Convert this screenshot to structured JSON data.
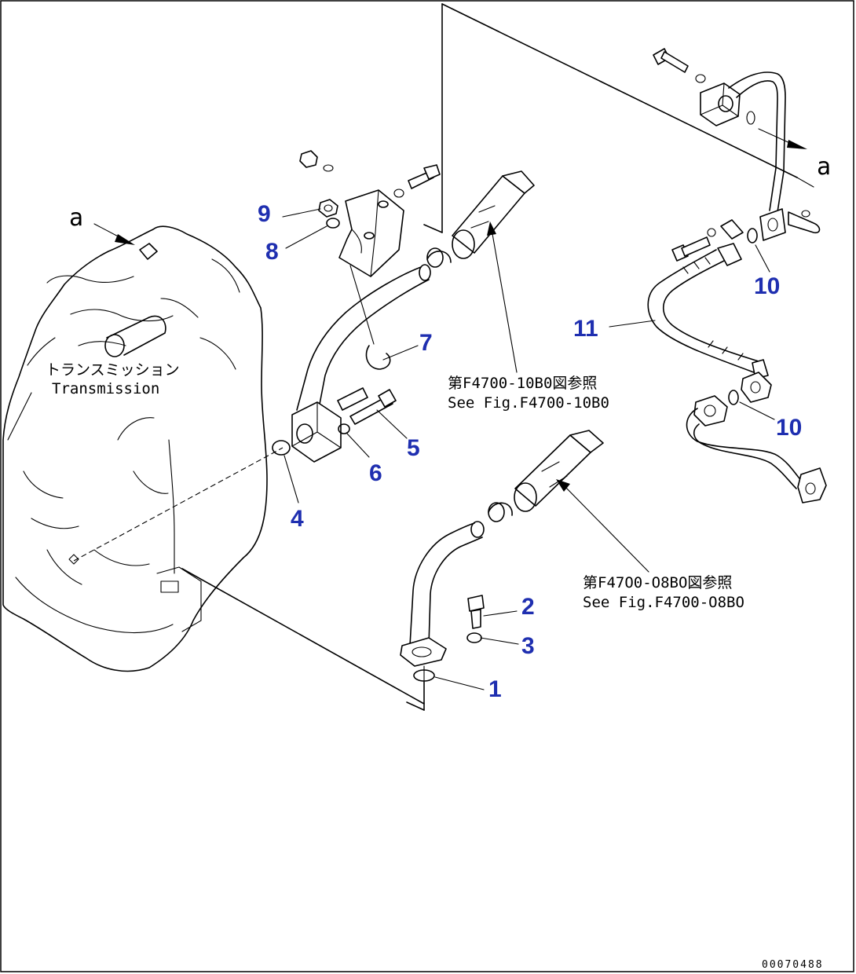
{
  "diagram": {
    "view_letters": {
      "left": "a",
      "right": "a"
    },
    "transmission_label": {
      "jp": "トランスミッション",
      "en": "Transmission"
    },
    "notes": {
      "upper": {
        "jp": "第F4700-10B0図参照",
        "en": "See Fig.F4700-10B0"
      },
      "lower": {
        "jp": "第F47O0-O8BO図参照",
        "en": "See Fig.F4700-O8BO"
      }
    },
    "callouts": {
      "p1": "1",
      "p2": "2",
      "p3": "3",
      "p4": "4",
      "p5": "5",
      "p6": "6",
      "p7": "7",
      "p8": "8",
      "p9": "9",
      "p10a": "10",
      "p10b": "10",
      "p11": "11"
    },
    "drawing_code": "00070488",
    "colors": {
      "callout": "#1f2fb0",
      "line": "#000000"
    }
  }
}
